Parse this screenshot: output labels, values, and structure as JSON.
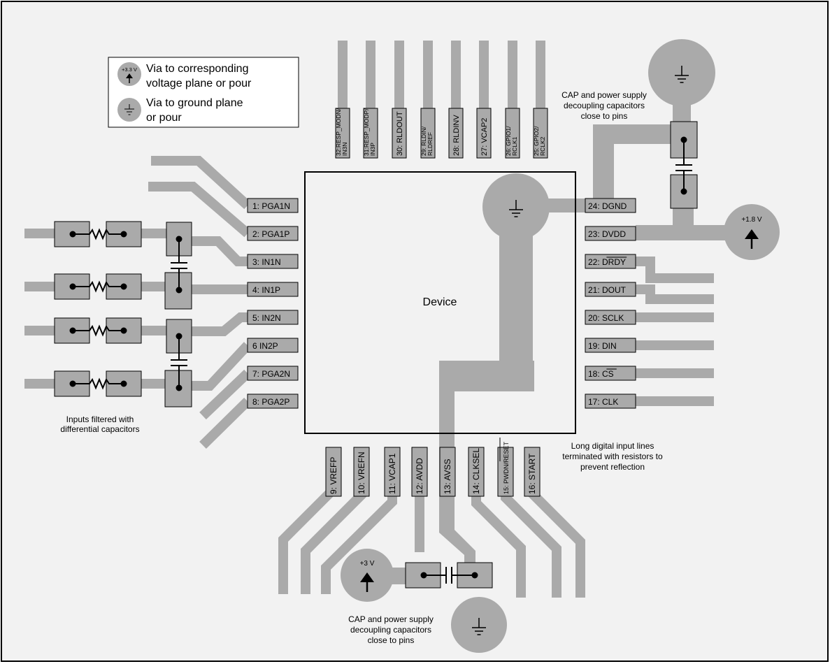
{
  "colors": {
    "background": "#f2f2f2",
    "trace": "#aaaaaa",
    "pad": "#aaaaaa",
    "outline": "#000000"
  },
  "legend": {
    "via_voltage_symbol": "+3.3 V",
    "via_voltage_text_1": "Via to corresponding",
    "via_voltage_text_2": "voltage plane or pour",
    "via_ground_text_1": "Via to ground plane",
    "via_ground_text_2": "or pour"
  },
  "device_label": "Device",
  "pins_left": [
    "1: PGA1N",
    "2: PGA1P",
    "3: IN1N",
    "4: IN1P",
    "5: IN2N",
    "6 IN2P",
    "7: PGA2N",
    "8: PGA2P"
  ],
  "pins_right": [
    "24: DGND",
    "23: DVDD",
    "22: DRDY",
    "21: DOUT",
    "20: SCLK",
    "19: DIN",
    "18: CS",
    "17: CLK"
  ],
  "pins_top": [
    [
      "32:RESP_MODN/",
      "IN3N"
    ],
    [
      "31:RESP_MODP/",
      "IN3P"
    ],
    [
      "30: RLDOUT"
    ],
    [
      "29: RLDIN/",
      "RLDREF"
    ],
    [
      "28: RLDINV"
    ],
    [
      "27: VCAP2"
    ],
    [
      "26: GPIO1/",
      "RCLK1"
    ],
    [
      "25: GPIO2/",
      "RCLK2"
    ]
  ],
  "pins_bottom": [
    "9: VREFP",
    "10: VREFN",
    "11: VCAP1",
    "12: AVDD",
    "13: AVSS",
    "14: CLKSEL",
    "15: PWDN/RESET",
    "16: START"
  ],
  "supplies": {
    "dvdd": "+1.8 V",
    "avdd": "+3 V"
  },
  "annotations": {
    "top_caps": [
      "CAP and power supply",
      "decoupling capacitors",
      "close to pins"
    ],
    "bottom_caps": [
      "CAP and power supply",
      "decoupling capacitors",
      "close to pins"
    ],
    "inputs": [
      "Inputs filtered with",
      "differential capacitors"
    ],
    "digital": [
      "Long digital input lines",
      "terminated with resistors to",
      "prevent reflection"
    ]
  }
}
